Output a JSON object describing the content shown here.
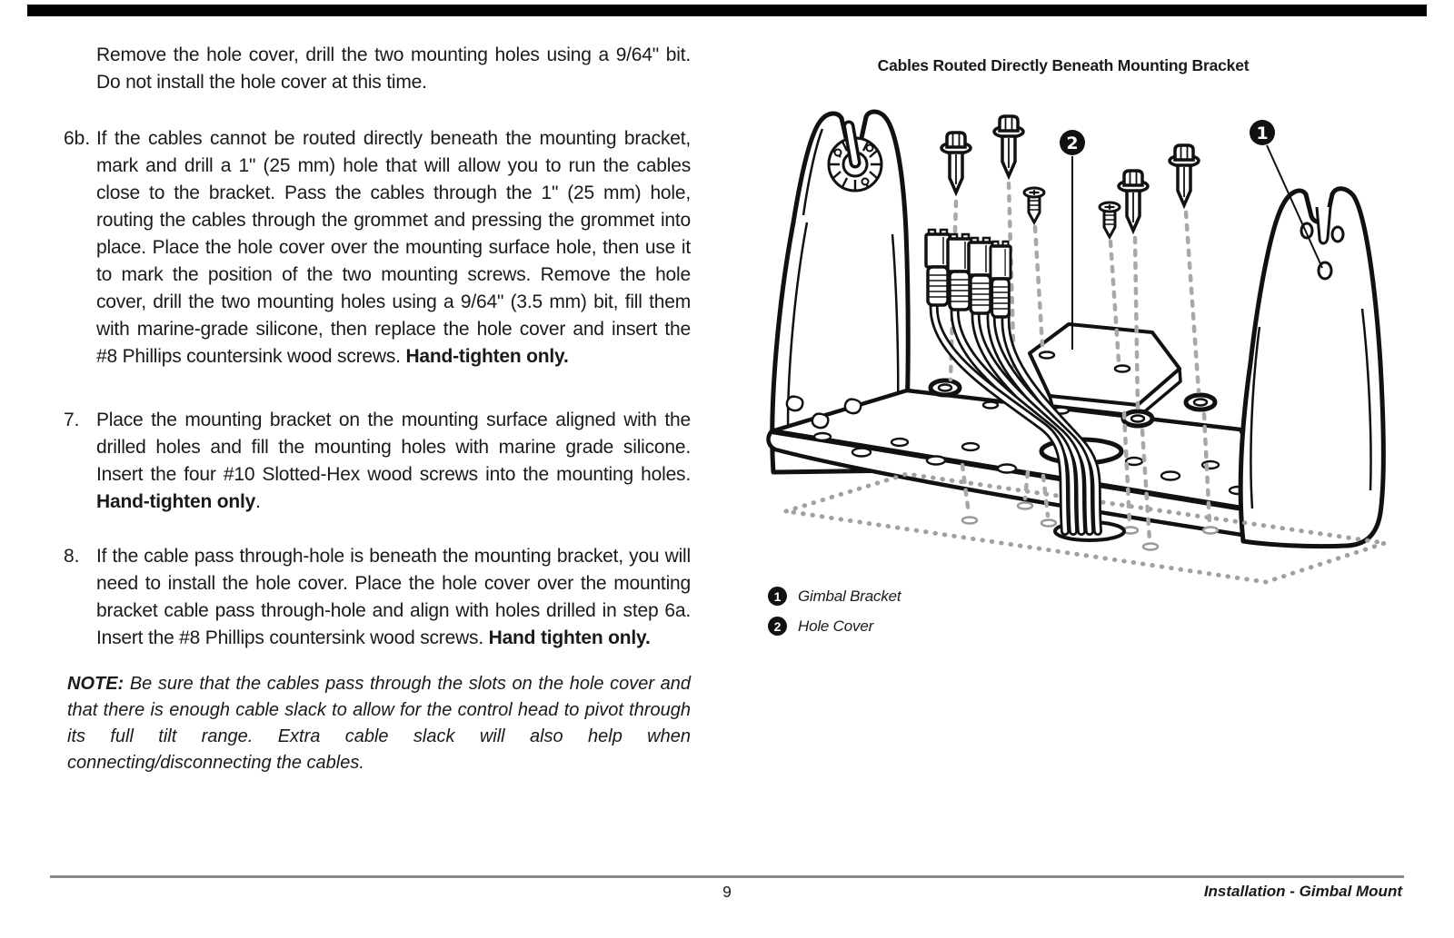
{
  "instructions": {
    "intro": "Remove the hole cover, drill the two mounting holes using a 9/64\" bit. Do not install the hole cover at this time.",
    "items": [
      {
        "number": "6b.",
        "text": "If the cables cannot be routed directly beneath the mounting bracket, mark and drill a 1\" (25 mm) hole that will allow you to run the cables close to the bracket. Pass the cables through the 1\" (25 mm) hole, routing the cables through the grommet and pressing the grommet into place. Place the hole cover over the mounting surface hole, then use it to mark the position of the two mounting screws. Remove the hole cover, drill the two mounting holes using a 9/64\" (3.5 mm) bit, fill them with marine-grade silicone, then replace the hole cover and insert the #8 Phillips countersink wood screws. ",
        "bold": "Hand-tighten only.",
        "after": ""
      },
      {
        "number": "7.",
        "text": "Place the mounting bracket on the mounting surface aligned with the drilled holes and fill the mounting holes with marine grade silicone. Insert the four #10 Slotted-Hex wood screws into the mounting holes. ",
        "bold": "Hand-tighten only",
        "after": "."
      },
      {
        "number": "8.",
        "text": "If the cable pass through-hole is beneath the mounting bracket, you will need to install the hole cover.  Place the hole cover over the mounting bracket cable pass through-hole and align with holes drilled in step 6a.  Insert the #8 Phillips countersink wood screws. ",
        "bold": "Hand tighten only.",
        "after": ""
      }
    ],
    "note_label": "NOTE: ",
    "note_text": "Be sure that the cables pass through the slots on the hole cover and that there is enough cable slack to allow for the control head to pivot through its full tilt range. Extra cable slack will also help when connecting/disconnecting the cables."
  },
  "figure": {
    "title": "Cables Routed Directly Beneath Mounting Bracket",
    "callout1": "1",
    "callout2": "2",
    "legend": [
      {
        "marker": "1",
        "label": "Gimbal Bracket"
      },
      {
        "marker": "2",
        "label": "Hole Cover"
      }
    ]
  },
  "footer": {
    "page_number": "9",
    "section": "Installation - Gimbal Mount"
  },
  "colors": {
    "ink": "#111111",
    "dash_gray": "#a8a8a8",
    "rule_gray": "#8a8a8a"
  }
}
